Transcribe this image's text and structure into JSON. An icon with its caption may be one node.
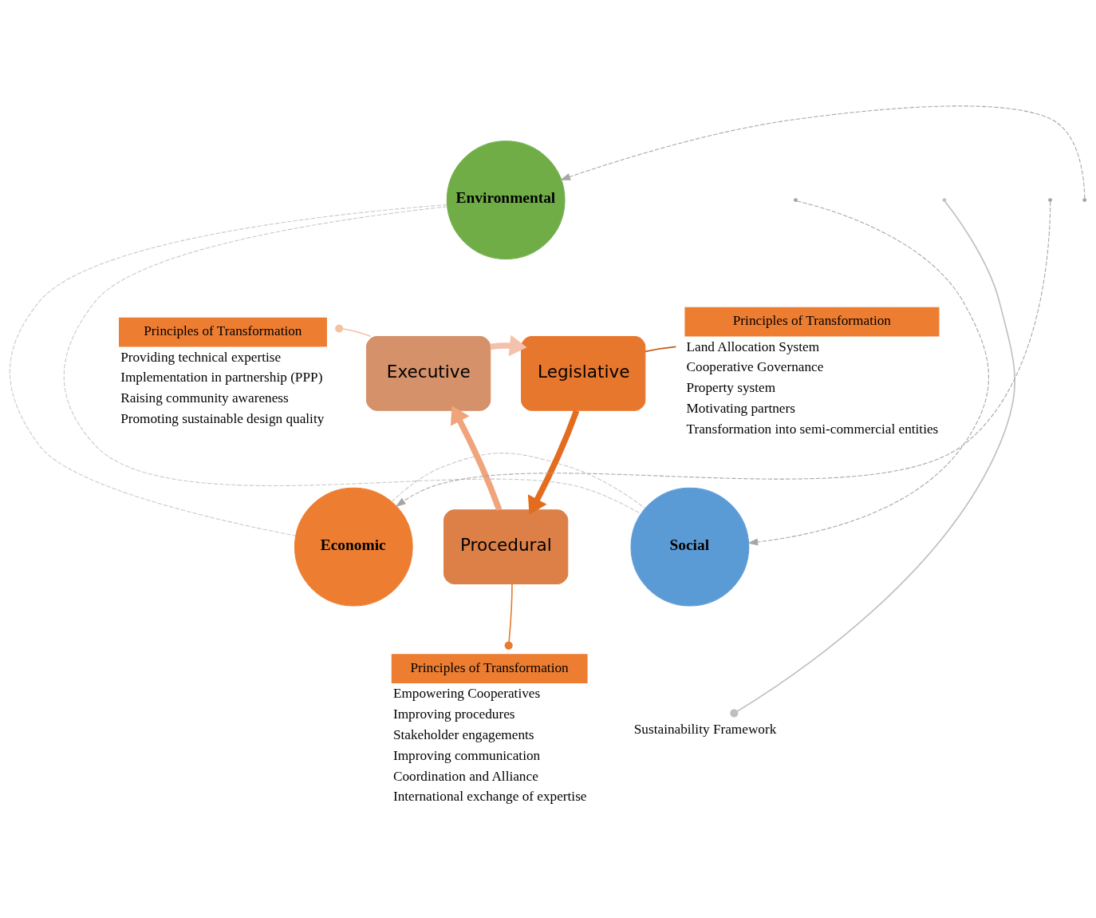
{
  "diagram": {
    "nodes": [
      {
        "text": [
          "Environmental"
        ]
      },
      {
        "text": [
          "Economic"
        ]
      },
      {
        "text": [
          "Social"
        ]
      },
      {
        "text": [
          "Executive"
        ]
      },
      {
        "text": [
          "Legislative"
        ]
      },
      {
        "text": [
          "Procedural"
        ]
      },
      {
        "text": [
          "Principles of Transformation"
        ],
        "beside": [
          "Providing technical expertise",
          "Implementation in partnership (PPP)",
          "Raising community awareness",
          "Promoting sustainable design quality"
        ]
      },
      {
        "text": [
          "Principles of Transformation"
        ],
        "beside": [
          "Land Allocation System",
          "Cooperative Governance",
          "Property system",
          "Motivating partners",
          "Transformation into semi-commercial entities"
        ]
      },
      {
        "text": [
          "Principles of Transformation"
        ],
        "beside": [
          "Empowering Cooperatives",
          "Improving procedures",
          "Stakeholder engagements",
          "Improving communication",
          "Coordination and Alliance",
          "International exchange of expertise"
        ]
      },
      {
        "text": [
          "Sustainability Framework"
        ]
      }
    ],
    "edges": [
      {
        "from": 0,
        "to": 1,
        "arrow": "none",
        "style": "dashed",
        "color": "#c8c8c8"
      },
      {
        "from": 0,
        "to": 2,
        "arrow": "none",
        "style": "dashed",
        "color": "#c8c8c8"
      },
      {
        "from": 1,
        "to": 2,
        "arrow": "none",
        "style": "dashed",
        "color": "#c8c8c8"
      },
      {
        "from": null,
        "to": 0,
        "arrow": "to",
        "style": "dashed",
        "color": "#a6a6a6"
      },
      {
        "from": null,
        "to": 1,
        "arrow": "to",
        "style": "dashed",
        "color": "#a6a6a6"
      },
      {
        "from": null,
        "to": 2,
        "arrow": "to",
        "style": "dashed",
        "color": "#a6a6a6"
      },
      {
        "from": 3,
        "to": 4,
        "arrow": "to",
        "style": "thick",
        "color": "#f4c1ac"
      },
      {
        "from": 4,
        "to": 5,
        "arrow": "to",
        "style": "thick",
        "color": "#e46c1f"
      },
      {
        "from": 5,
        "to": 3,
        "arrow": "to",
        "style": "thick",
        "color": "#f0a47c"
      },
      {
        "from": 6,
        "to": 3,
        "arrow": "other",
        "color": "#f4c1a4"
      },
      {
        "from": 7,
        "to": 4,
        "arrow": "none",
        "color": "#c55a11"
      },
      {
        "from": 8,
        "to": 5,
        "arrow": "other",
        "color": "#e97a30"
      },
      {
        "from": 9,
        "to": null,
        "arrow": "other",
        "color": "#bfbfbf"
      }
    ]
  }
}
